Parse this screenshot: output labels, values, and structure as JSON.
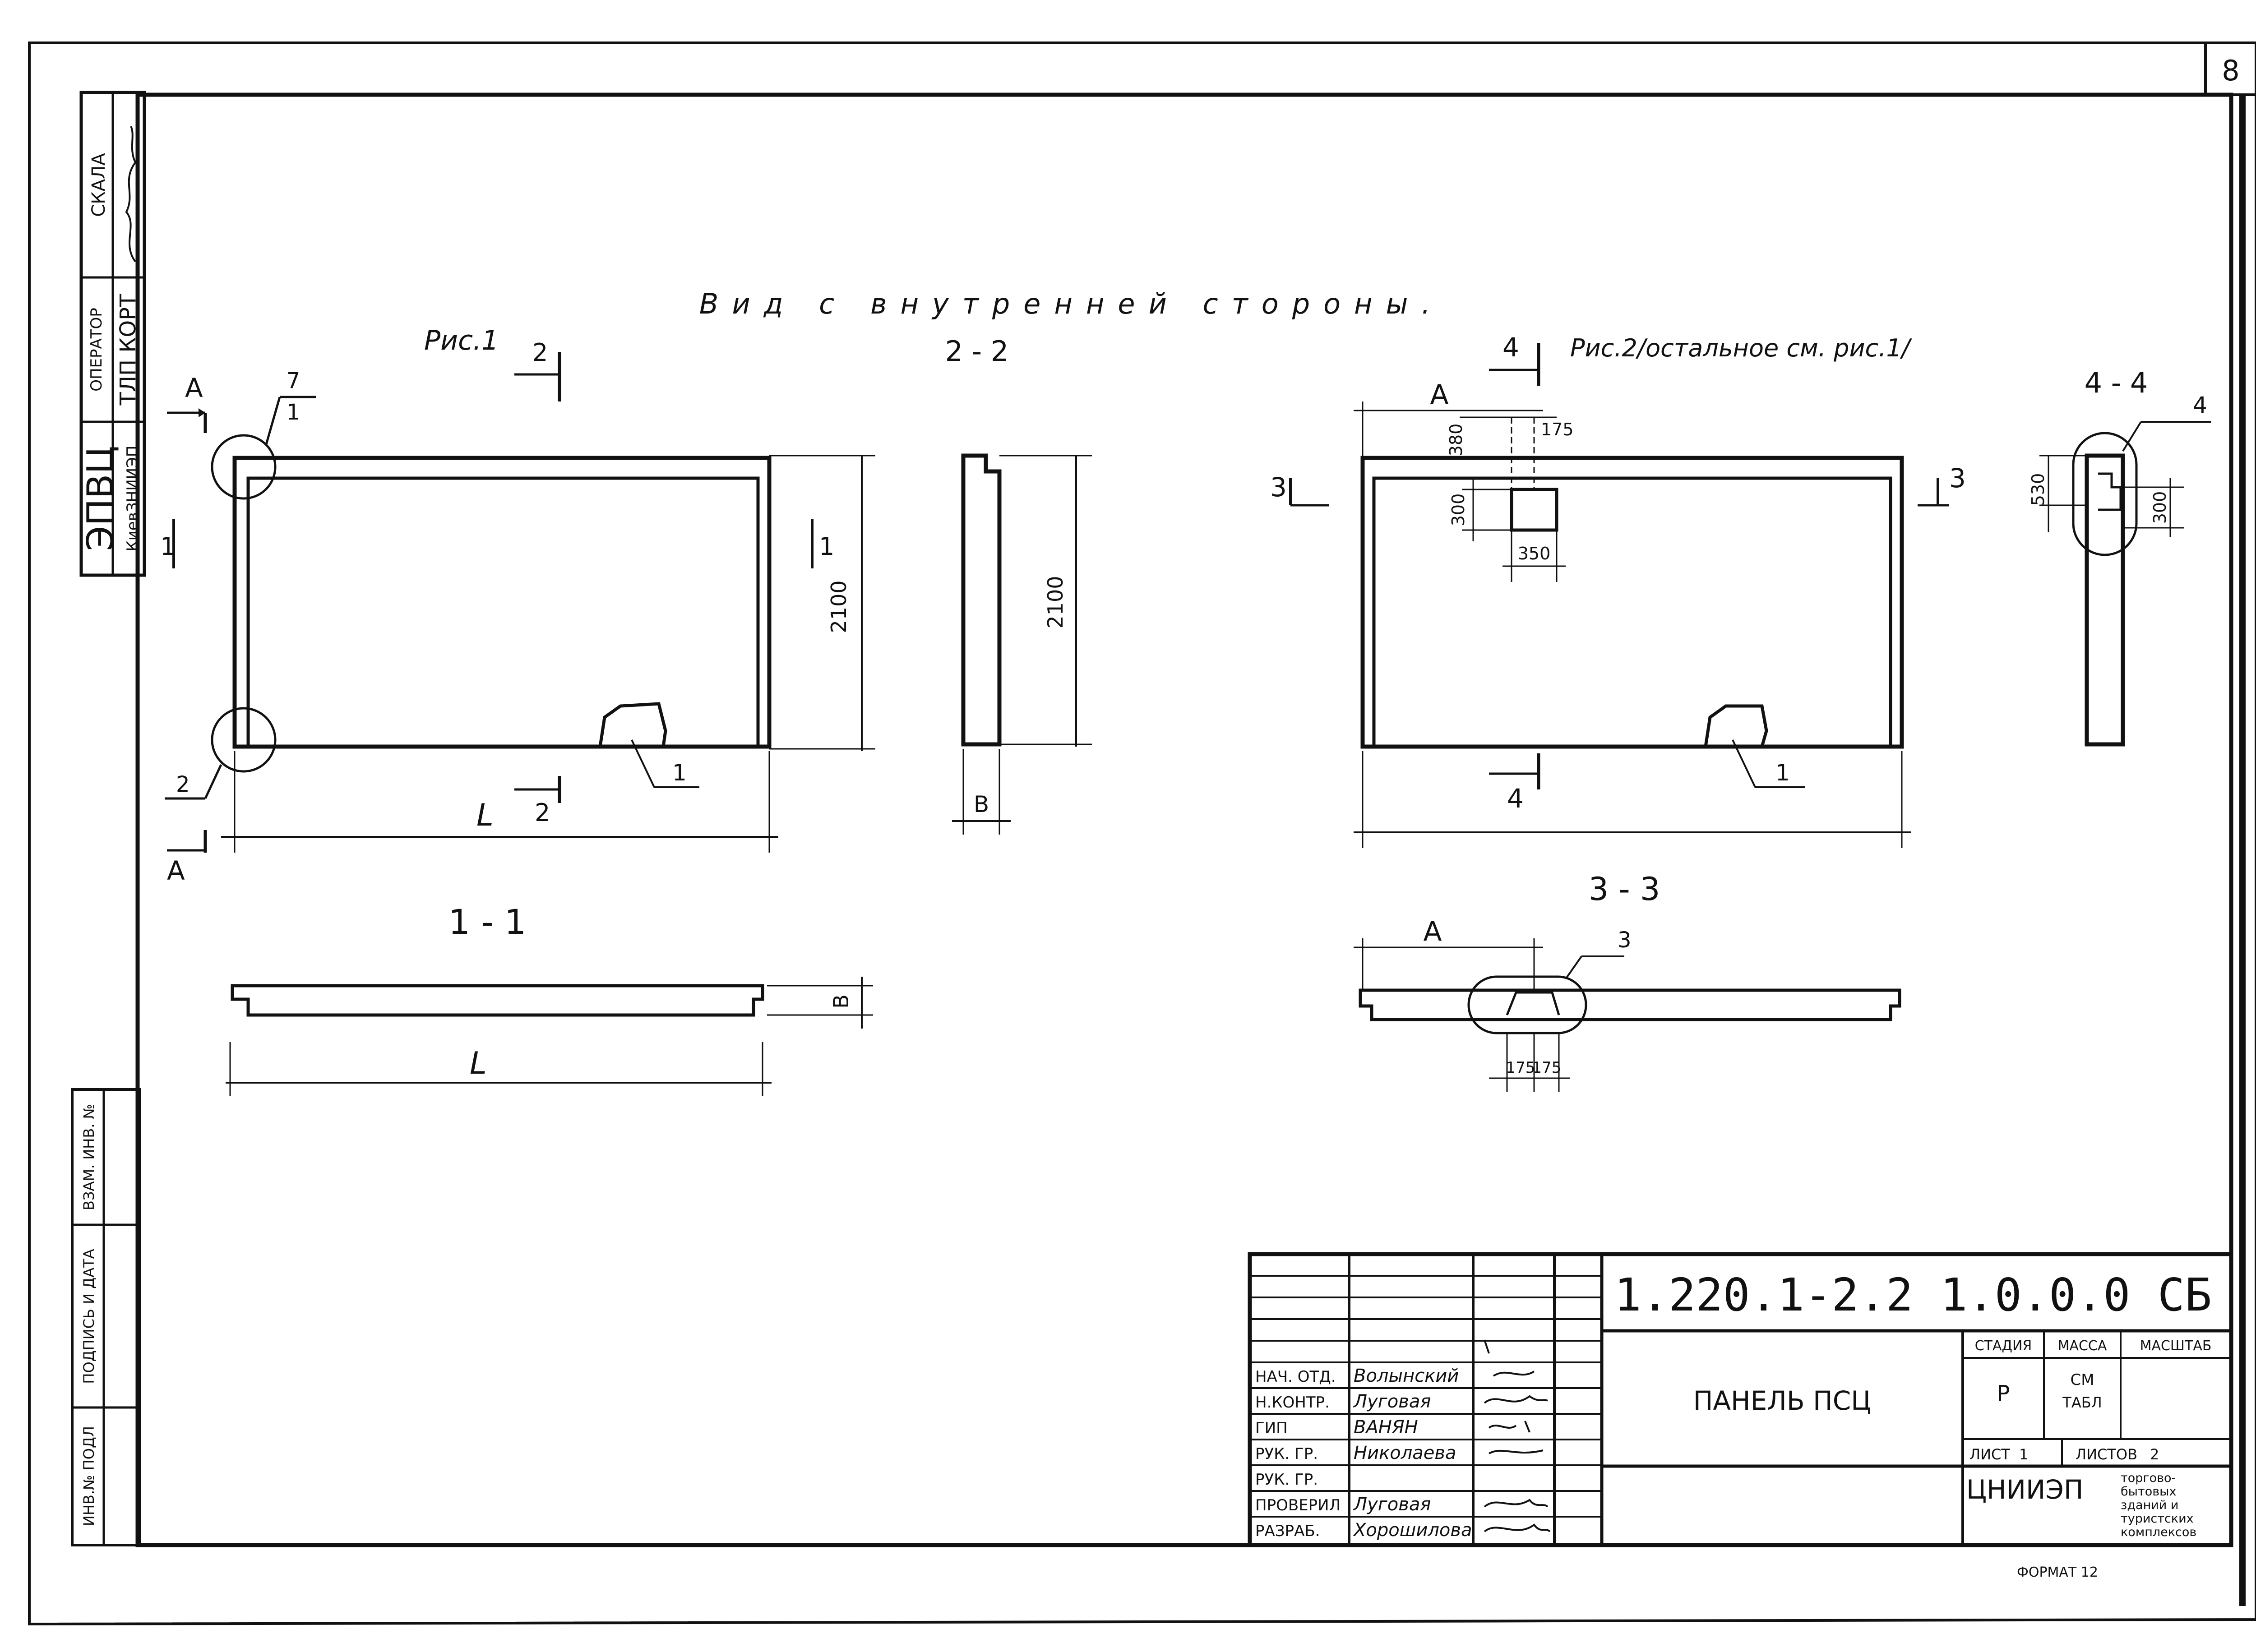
{
  "sheet": {
    "page_number": "8",
    "format_label": "ФОРМАТ 12"
  },
  "left_stamp": {
    "skala": "СКАЛА",
    "operator": "ОПЕРАТОР",
    "tlp": "ТЛП КОРТ",
    "epvc": "ЭПВЦ",
    "kiev": "КиевЗНИИЭП",
    "vzam": "ВЗАМ. ИНВ. №",
    "podpis": "ПОДПИСЬ И ДАТА",
    "inv": "ИНВ.№ ПОДЛ"
  },
  "drawing": {
    "heading": "Вид с внутренней стороны.",
    "fig1": "Рис.1",
    "fig2": "Рис.2/остальное см. рис.1/",
    "sec_2_2": "2 - 2",
    "sec_1_1": "1 - 1",
    "sec_3_3": "3 - 3",
    "sec_4_4": "4 - 4",
    "dim_2100": "2100",
    "dim_L": "L",
    "dim_B": "В",
    "dim_A": "А",
    "dim_380": "380",
    "dim_175": "175",
    "dim_300": "300",
    "dim_350": "350",
    "dim_530": "530",
    "cut_1": "1",
    "cut_2": "2",
    "cut_3": "3",
    "cut_4": "4",
    "cut_A": "А",
    "callout_7": "7",
    "callout_1": "1",
    "callout_2": "2",
    "callout_3": "3",
    "callout_4": "4"
  },
  "title_block": {
    "doc_code": "1.220.1-2.2  1.0.0.0 СБ",
    "title": "ПАНЕЛЬ  ПСЦ",
    "stage_header": "СТАДИЯ",
    "mass_header": "МАССА",
    "scale_header": "МАСШТАБ",
    "stage_value": "Р",
    "mass_value_1": "СМ",
    "mass_value_2": "ТАБЛ",
    "sheet_label": "ЛИСТ",
    "sheet_value": "1",
    "sheets_label": "ЛИСТОВ",
    "sheets_value": "2",
    "org": "ЦНИИЭП",
    "org_desc_1": "торгово-",
    "org_desc_2": "бытовых",
    "org_desc_3": "зданий и",
    "org_desc_4": "туристских",
    "org_desc_5": "комплексов",
    "rows": [
      {
        "role": "НАЧ. ОТД.",
        "name": "Волынский"
      },
      {
        "role": "Н.КОНТР.",
        "name": "Луговая"
      },
      {
        "role": "ГИП",
        "name": "ВАНЯН"
      },
      {
        "role": "РУК. ГР.",
        "name": "Николаева"
      },
      {
        "role": "РУК. ГР.",
        "name": ""
      },
      {
        "role": "ПРОВЕРИЛ",
        "name": "Луговая"
      },
      {
        "role": "РАЗРАБ.",
        "name": "Хорошилова"
      }
    ]
  }
}
